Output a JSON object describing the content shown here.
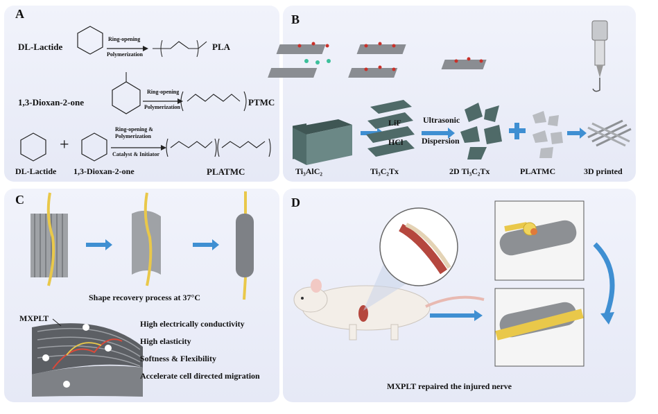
{
  "panels": {
    "A": {
      "label": "A",
      "row1": {
        "reactant": "DL-Lactide",
        "arrow_top": "Ring-opening",
        "arrow_bottom": "Polymerization",
        "product": "PLA"
      },
      "row2": {
        "reactant": "1,3-Dioxan-2-one",
        "arrow_top": "Ring-opening",
        "arrow_bottom": "Polymerization",
        "product": "PTMC"
      },
      "row3": {
        "reactant1": "DL-Lactide",
        "plus": "+",
        "reactant2": "1,3-Dioxan-2-one",
        "arrow_top1": "Ring-opening &",
        "arrow_top2": "Polymerization",
        "arrow_bottom": "Catalyst & Initiator",
        "product": "PLATMC"
      }
    },
    "B": {
      "label": "B",
      "arrow1_top": "LiF",
      "arrow1_bottom": "HCl",
      "arrow2_top": "Ultrasonic",
      "arrow2_bottom": "Dispersion",
      "plus": "+",
      "captions": [
        "Ti₃AlC₂",
        "Ti₃C₂Tx",
        "2D Ti₃C₂Tx",
        "PLATMC",
        "3D printed"
      ]
    },
    "C": {
      "label": "C",
      "shape_recovery": "Shape recovery process at 37°C",
      "scaffold_label": "MXPLT",
      "properties": [
        "High electrically conductivity",
        "High elasticity",
        "Softness & Flexibility",
        "Accelerate cell directed migration"
      ]
    },
    "D": {
      "label": "D",
      "caption": "MXPLT repaired the injured nerve"
    }
  },
  "colors": {
    "panel_bg": "#e9ecf7",
    "arrow_blue": "#3f8fd2",
    "mxene_green": "#4f6a68",
    "nerve_yellow": "#e9c84a",
    "scaffold_gray": "#8d9094"
  }
}
